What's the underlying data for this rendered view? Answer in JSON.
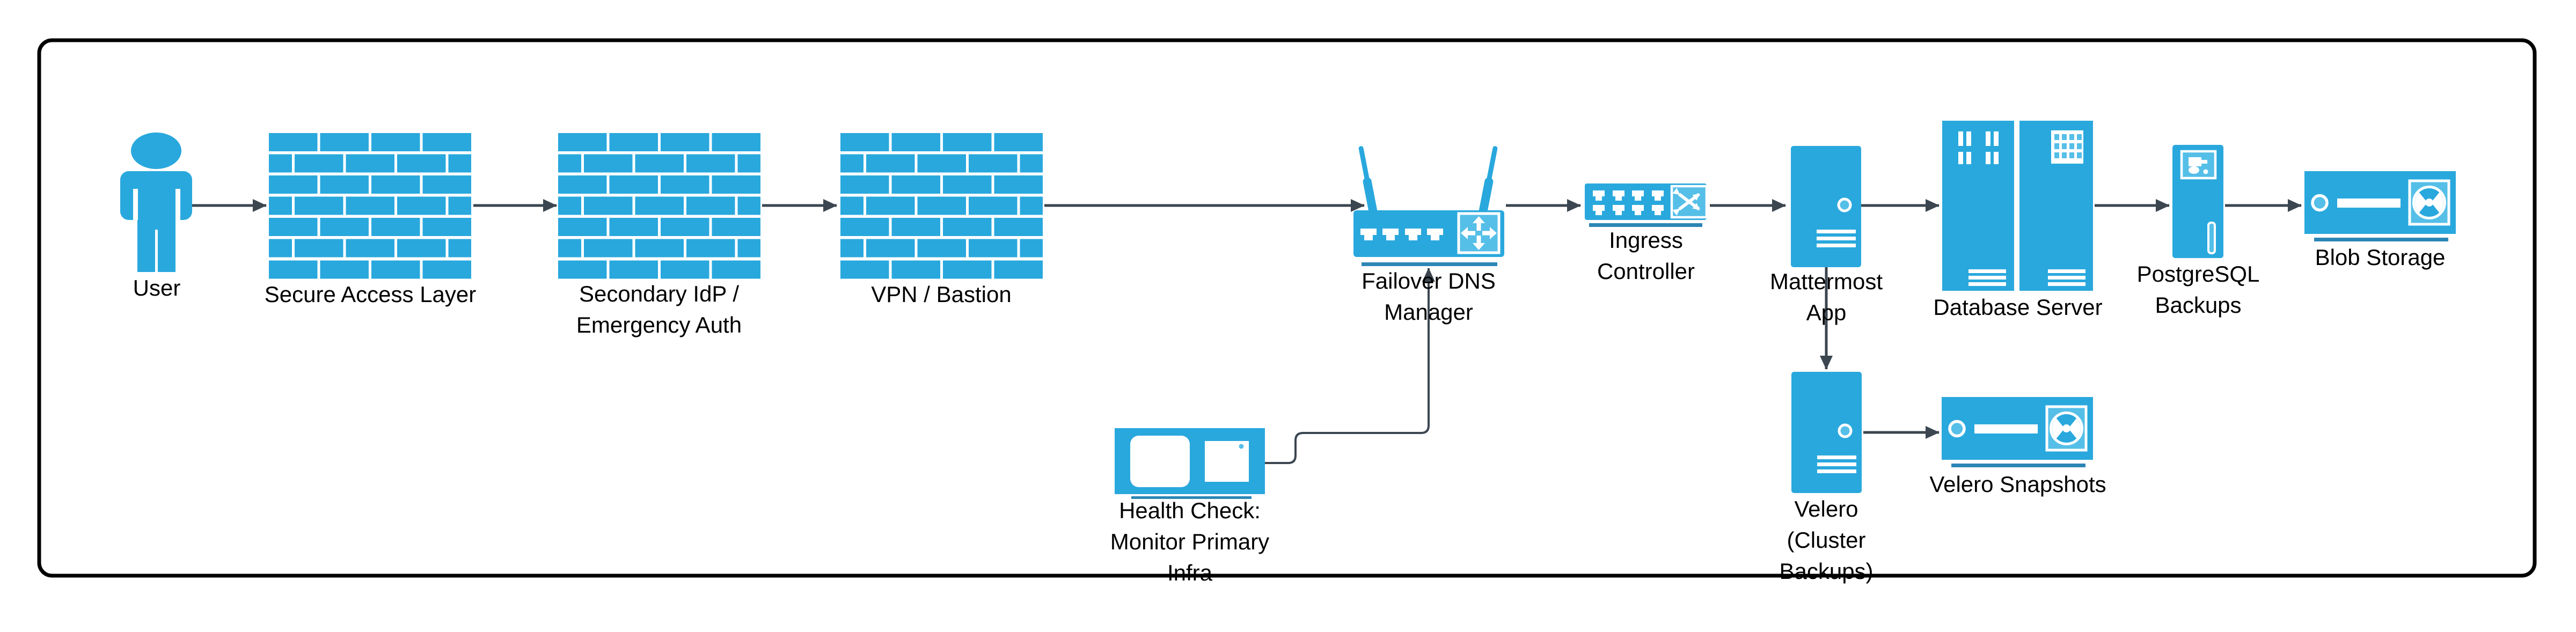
{
  "diagram": {
    "kind": "architecture-flow-diagram",
    "description_visible_text_only": true
  },
  "colors": {
    "node_fill": "#29A8DD",
    "node_fill_light": "#55BFE8",
    "underline": "#2C86B5",
    "connector": "#3B4650",
    "border": "#000000",
    "text": "#000000",
    "background": "#FFFFFF"
  },
  "nodes": [
    {
      "id": "user",
      "label": "User",
      "icon": "person-icon"
    },
    {
      "id": "secure-access-layer",
      "label": "Secure Access Layer",
      "icon": "firewall-icon"
    },
    {
      "id": "secondary-idp",
      "label": "Secondary IdP /\nEmergency Auth",
      "icon": "firewall-icon"
    },
    {
      "id": "vpn-bastion",
      "label": "VPN / Bastion",
      "icon": "firewall-icon"
    },
    {
      "id": "failover-dns",
      "label": "Failover DNS\nManager",
      "icon": "wireless-router-icon"
    },
    {
      "id": "ingress-controller",
      "label": "Ingress\nController",
      "icon": "network-switch-icon"
    },
    {
      "id": "mattermost-app",
      "label": "Mattermost\nApp",
      "icon": "server-tower-icon"
    },
    {
      "id": "database-server",
      "label": "Database Server",
      "icon": "rack-servers-icon"
    },
    {
      "id": "postgresql-backups",
      "label": "PostgreSQL\nBackups",
      "icon": "slim-server-icon"
    },
    {
      "id": "blob-storage",
      "label": "Blob Storage",
      "icon": "tape-storage-icon"
    },
    {
      "id": "health-check",
      "label": "Health Check:\nMonitor Primary\nInfra",
      "icon": "monitor-icon"
    },
    {
      "id": "velero",
      "label": "Velero\n(Cluster\nBackups)",
      "icon": "server-tower-icon"
    },
    {
      "id": "velero-snapshots",
      "label": "Velero Snapshots",
      "icon": "tape-storage-icon"
    }
  ],
  "edges": [
    {
      "from": "user",
      "to": "secure-access-layer"
    },
    {
      "from": "secure-access-layer",
      "to": "secondary-idp"
    },
    {
      "from": "secondary-idp",
      "to": "vpn-bastion"
    },
    {
      "from": "vpn-bastion",
      "to": "failover-dns"
    },
    {
      "from": "failover-dns",
      "to": "ingress-controller"
    },
    {
      "from": "ingress-controller",
      "to": "mattermost-app"
    },
    {
      "from": "mattermost-app",
      "to": "database-server"
    },
    {
      "from": "database-server",
      "to": "postgresql-backups"
    },
    {
      "from": "postgresql-backups",
      "to": "blob-storage"
    },
    {
      "from": "mattermost-app",
      "to": "velero"
    },
    {
      "from": "velero",
      "to": "velero-snapshots"
    },
    {
      "from": "health-check",
      "to": "failover-dns"
    }
  ]
}
